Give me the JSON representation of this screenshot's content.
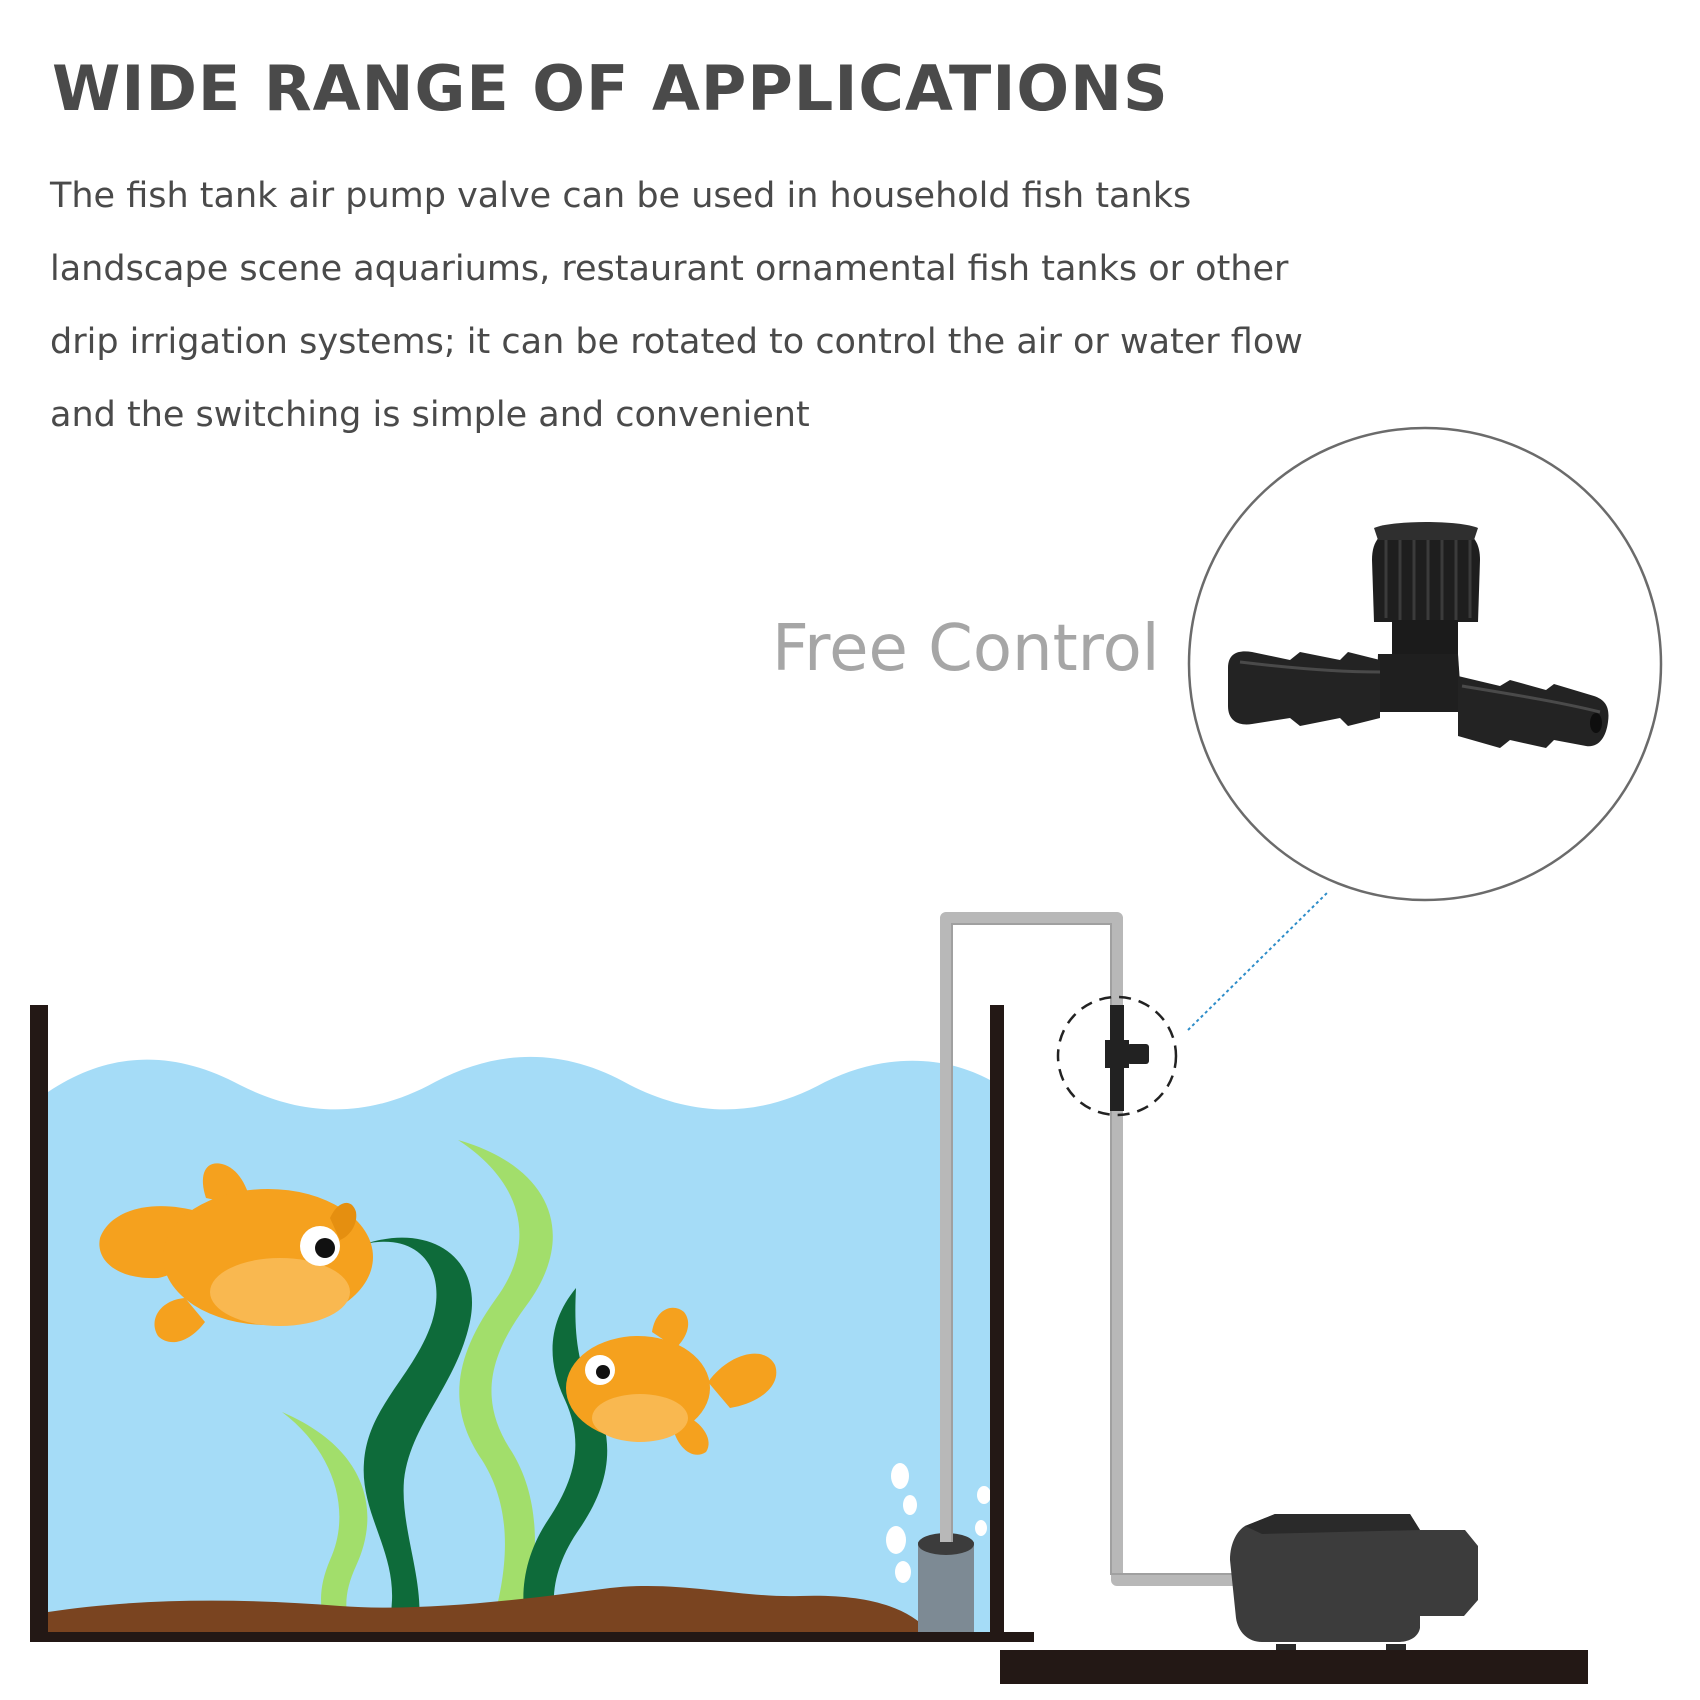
{
  "heading": "WIDE RANGE OF APPLICATIONS",
  "description": [
    "The fish tank air pump valve can be used in household fish tanks",
    "landscape scene aquariums, restaurant ornamental fish tanks or other",
    "drip irrigation systems;  it can be rotated to control the air or water flow",
    "and the switching is simple and convenient"
  ],
  "callout": "Free Control",
  "colors": {
    "text": "#4a4a4a",
    "callout": "#a6a6a6",
    "water": "#a5dcf7",
    "fish": "#f5a11e",
    "seaweed_dark": "#0e6b3a",
    "seaweed_light": "#a2de6b",
    "substrate": "#7a4420",
    "tank_edge": "#231815",
    "air_tube": "#b8b8b8",
    "pump": "#3c3c3c"
  },
  "icons": [
    "air-valve-icon",
    "fish-icon",
    "seaweed-icon",
    "air-pump-icon",
    "air-stone-icon"
  ]
}
